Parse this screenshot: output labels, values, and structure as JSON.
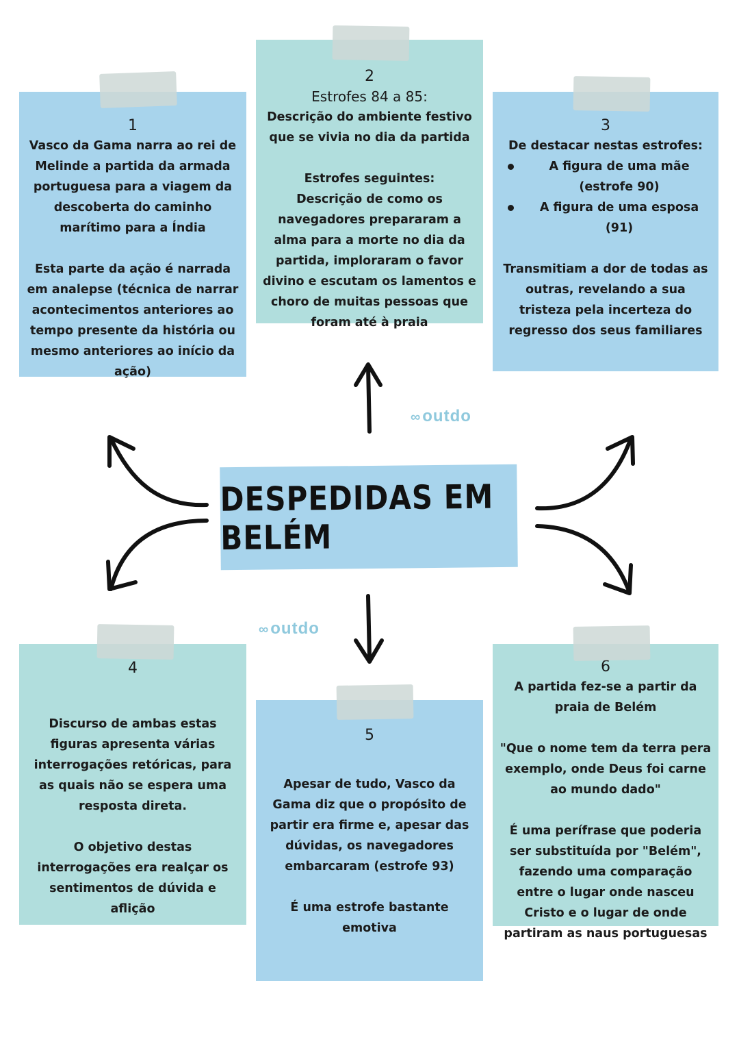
{
  "title": "DESPEDIDAS EM BELÉM",
  "watermark": {
    "symbol": "∞",
    "text": "outdo"
  },
  "colors": {
    "blue_card": "#a8d4ec",
    "teal_card": "#b1dedd",
    "watermark": "#8fc9dd",
    "ink": "#111111"
  },
  "cards": [
    {
      "number": "1",
      "paragraphs": [
        "Vasco da Gama narra ao rei de Melinde a partida da armada portuguesa para a viagem da descoberta do caminho marítimo para a Índia",
        "Esta parte da ação é narrada em analepse (técnica de narrar acontecimentos anteriores ao tempo presente da história ou mesmo anteriores ao início da ação)"
      ]
    },
    {
      "number": "2",
      "heading": "Estrofes 84 a 85:",
      "paragraphs": [
        "Descrição do ambiente festivo que se vivia no dia da partida",
        "Estrofes seguintes:",
        "Descrição de como os navegadores prepararam a alma para a morte no dia da partida, imploraram o favor divino e escutam os lamentos e choro de muitas pessoas que foram até à praia"
      ]
    },
    {
      "number": "3",
      "intro": "De destacar nestas estrofes:",
      "bullets": [
        "A figura de uma mãe (estrofe 90)",
        "A figura de uma esposa (91)"
      ],
      "paragraphs": [
        "Transmitiam a dor de todas as outras, revelando a sua tristeza pela incerteza do regresso dos seus familiares"
      ]
    },
    {
      "number": "4",
      "paragraphs": [
        "Discurso de ambas estas figuras apresenta várias interrogações retóricas, para as quais não se espera uma resposta direta.",
        "O objetivo destas interrogações era realçar os sentimentos de dúvida e aflição"
      ]
    },
    {
      "number": "5",
      "paragraphs": [
        "Apesar de tudo, Vasco da Gama diz que o propósito de partir era firme e, apesar das dúvidas, os navegadores embarcaram (estrofe 93)",
        "É uma estrofe bastante emotiva"
      ]
    },
    {
      "number": "6",
      "paragraphs": [
        "A partida fez-se a partir da praia de Belém",
        "\"Que o nome tem da terra pera exemplo, onde Deus foi carne ao mundo dado\"",
        "É uma perífrase que poderia ser substituída por \"Belém\", fazendo uma comparação entre o lugar onde nasceu Cristo e o lugar de onde partiram as naus portuguesas"
      ]
    }
  ]
}
